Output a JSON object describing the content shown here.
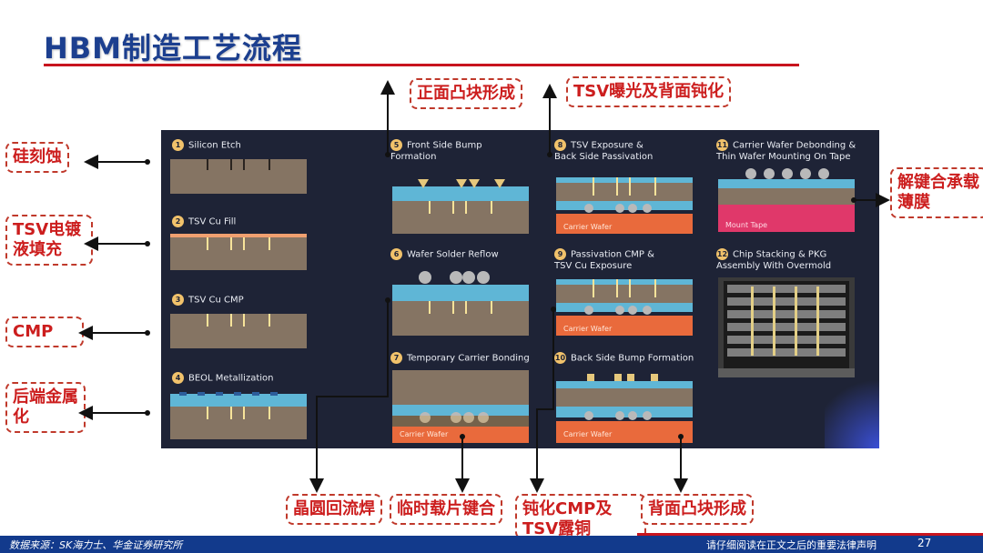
{
  "title": "HBM制造工艺流程",
  "steps": [
    {
      "num": "1",
      "label": "Silicon Etch"
    },
    {
      "num": "2",
      "label": "TSV Cu Fill"
    },
    {
      "num": "3",
      "label": "TSV Cu CMP"
    },
    {
      "num": "4",
      "label": "BEOL Metallization"
    },
    {
      "num": "5",
      "label": "Front Side Bump\nFormation"
    },
    {
      "num": "6",
      "label": "Wafer Solder Reflow"
    },
    {
      "num": "7",
      "label": "Temporary Carrier Bonding",
      "inner": "Carrier Wafer"
    },
    {
      "num": "8",
      "label": "TSV Exposure &\nBack Side Passivation",
      "inner": "Carrier Wafer"
    },
    {
      "num": "9",
      "label": "Passivation CMP &\nTSV Cu Exposure",
      "inner": "Carrier Wafer"
    },
    {
      "num": "10",
      "label": "Back Side Bump Formation",
      "inner": "Carrier Wafer"
    },
    {
      "num": "11",
      "label": "Carrier Wafer Debonding &\nThin Wafer Mounting On Tape",
      "inner": "Mount Tape"
    },
    {
      "num": "12",
      "label": "Chip Stacking & PKG\nAssembly With Overmold"
    }
  ],
  "tags": {
    "silicon_etch": "硅刻蚀",
    "tsv_plating": "TSV电镀液填充",
    "cmp": "CMP",
    "beol": "后端金属化",
    "front_bump": "正面凸块形成",
    "tsv_exposure": "TSV曝光及背面钝化",
    "debond": "解键合承载薄膜",
    "reflow": "晶圆回流焊",
    "temp_bond": "临时载片键合",
    "passivation": "钝化CMP及TSV露铜",
    "back_bump": "背面凸块形成"
  },
  "footer": {
    "source": "数据来源：SK海力士、华金证券研究所",
    "note": "请仔细阅读在正文之后的重要法律声明",
    "page": "27"
  },
  "colors": {
    "accent": "#cc1e1e",
    "brand": "#1c3f8f",
    "panel": "#1e2336"
  }
}
